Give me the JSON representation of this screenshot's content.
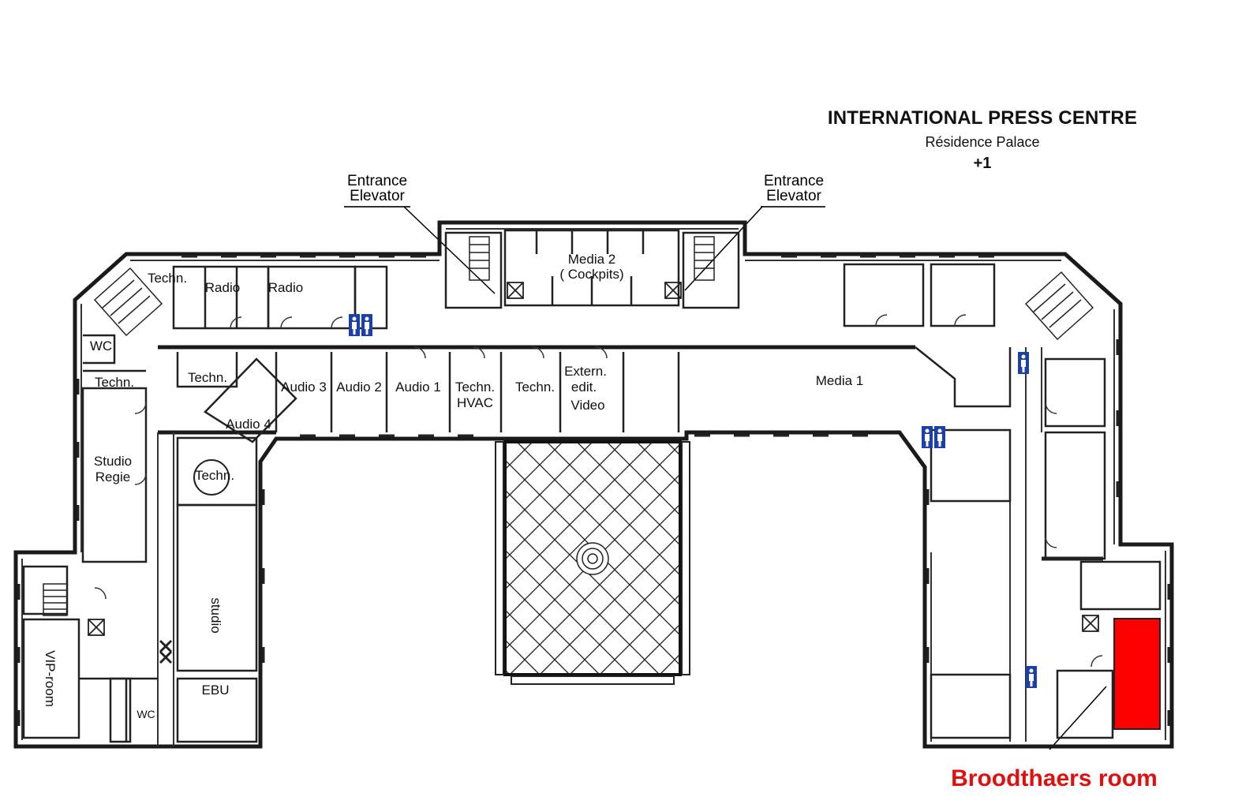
{
  "header": {
    "title": "INTERNATIONAL PRESS CENTRE",
    "subtitle": "Résidence Palace",
    "floor": "+1"
  },
  "callouts": {
    "entrance_left_line1": "Entrance",
    "entrance_left_line2": "Elevator",
    "entrance_right_line1": "Entrance",
    "entrance_right_line2": "Elevator"
  },
  "rooms": {
    "techn_top": "Techn.",
    "radio_1": "Radio",
    "radio_2": "Radio",
    "media2_line1": "Media 2",
    "media2_line2": "( Cockpits)",
    "wc_left": "WC",
    "techn_left": "Techn.",
    "techn_inner": "Techn.",
    "audio3": "Audio 3",
    "audio2": "Audio 2",
    "audio1": "Audio 1",
    "techn_hvac_line1": "Techn.",
    "techn_hvac_line2": "HVAC",
    "techn_mid": "Techn.",
    "extern_line1": "Extern.",
    "extern_line2": "edit.",
    "extern_line3": "Video",
    "media1": "Media 1",
    "audio4": "Audio 4",
    "studio_regie_line1": "Studio",
    "studio_regie_line2": "Regie",
    "techn_round": "Techn.",
    "studio": "studio",
    "vip_room": "VIP-room",
    "ebu": "EBU",
    "wc_bottom": "WC"
  },
  "highlight": {
    "label": "Broodthaers room",
    "color": "#ff0000"
  },
  "colors": {
    "wall": "#1a1a1a",
    "wc_sign": "#1c3fa8",
    "highlight_text": "#e01010"
  },
  "icons": [
    "restroom-sign-icon",
    "elevator-icon",
    "staircase-icon",
    "door-swing-icon"
  ]
}
